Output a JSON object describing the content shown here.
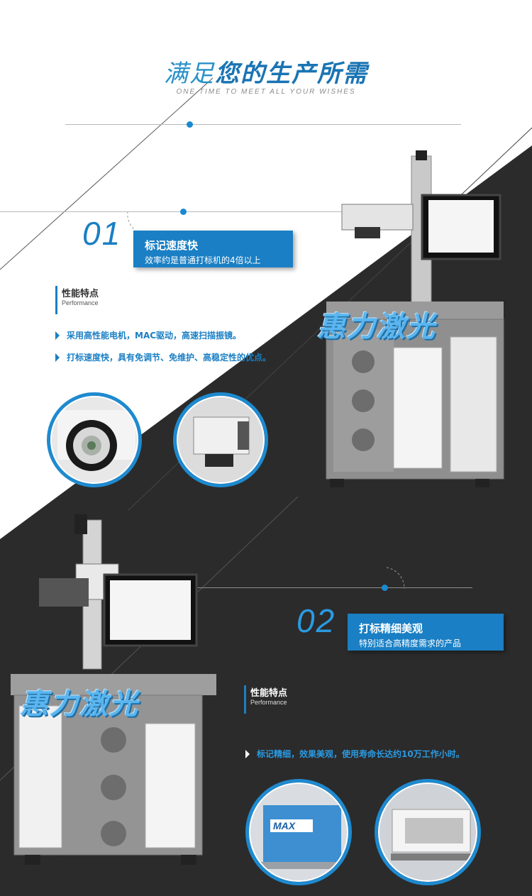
{
  "header": {
    "title_light": "满足",
    "title_bold": "您的生产所需",
    "subtitle": "ONE TIME TO MEET ALL YOUR WISHES"
  },
  "brand": "惠力激光",
  "features": [
    {
      "number": "01",
      "title": "标记速度快",
      "desc": "效率约是普通打标机的4倍以上",
      "perf_cn": "性能特点",
      "perf_en": "Performance",
      "bullets": [
        "采用高性能电机，MAC驱动，高速扫描振镜。",
        "打标速度快，具有免调节、免维护、高稳定性的优点。"
      ]
    },
    {
      "number": "02",
      "title": "打标精细美观",
      "desc": "特别适合高精度需求的产品",
      "perf_cn": "性能特点",
      "perf_en": "Performance",
      "bullets": [
        "标记精细，效果美观，使用寿命长达约10万工作小时。"
      ]
    }
  ],
  "thumb_label": "MAX",
  "colors": {
    "accent": "#1a7fc4",
    "dark_bg": "#2b2b2b",
    "light_bg": "#ffffff"
  }
}
